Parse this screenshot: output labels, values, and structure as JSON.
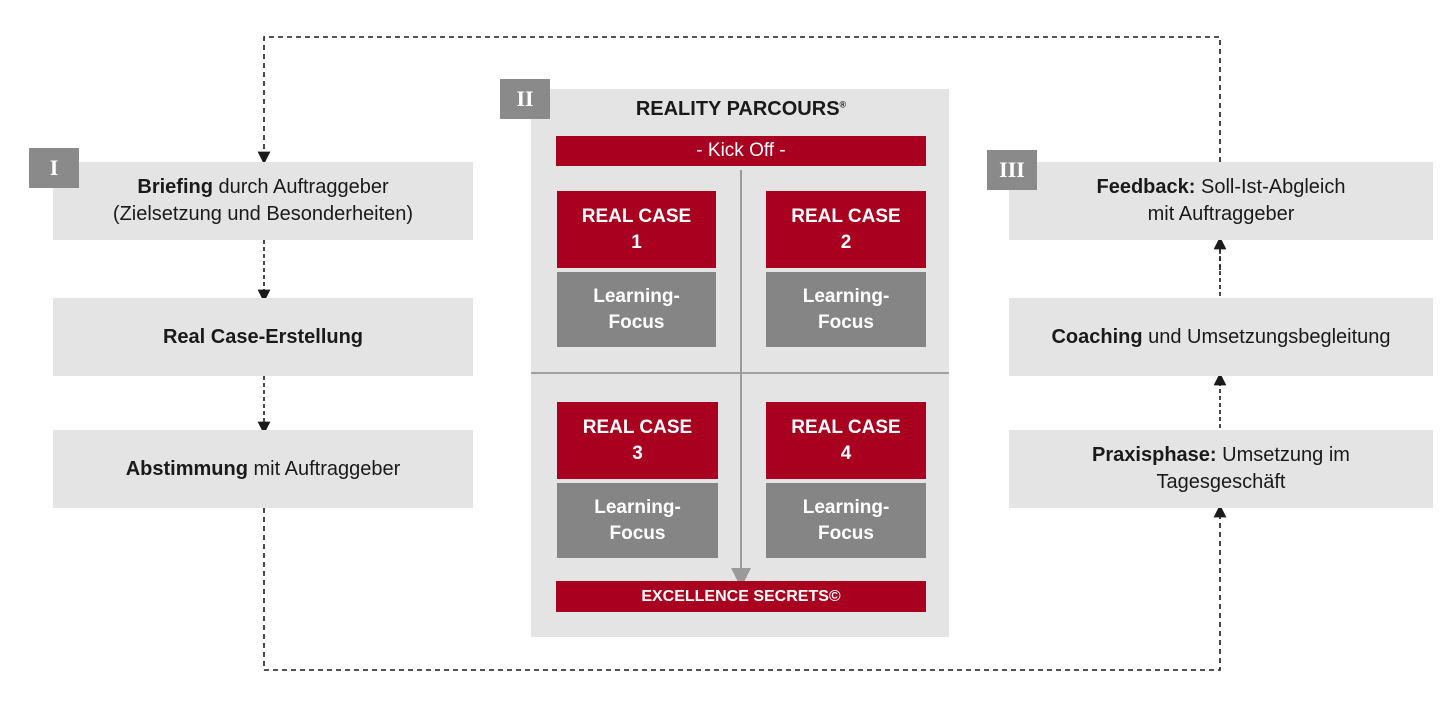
{
  "phase1": {
    "badge": "I",
    "box1": {
      "bold": "Briefing",
      "rest": " durch Auftraggeber",
      "line2": "(Zielsetzung und Besonderheiten)"
    },
    "box2": {
      "bold": "Real Case-Erstellung"
    },
    "box3": {
      "bold": "Abstimmung",
      "rest": " mit Auftraggeber"
    }
  },
  "phase2": {
    "badge": "II",
    "title": "REALITY PARCOURS",
    "title_mark": "®",
    "kickoff": "- Kick Off -",
    "cases": [
      {
        "label": "REAL CASE",
        "number": "1",
        "focus": "Learning-Focus"
      },
      {
        "label": "REAL CASE",
        "number": "2",
        "focus": "Learning-Focus"
      },
      {
        "label": "REAL CASE",
        "number": "3",
        "focus": "Learning-Focus"
      },
      {
        "label": "REAL CASE",
        "number": "4",
        "focus": "Learning-Focus"
      }
    ],
    "excellence": "EXCELLENCE SECRETS©"
  },
  "phase3": {
    "badge": "III",
    "box1": {
      "bold": "Feedback:",
      "rest": " Soll-Ist-Abgleich",
      "line2": "mit Auftraggeber"
    },
    "box2": {
      "bold": "Coaching",
      "rest": " und Umsetzungsbegleitung"
    },
    "box3": {
      "bold": "Praxisphase:",
      "rest": " Umsetzung im",
      "line2": "Tagesgeschäft"
    }
  },
  "colors": {
    "accent_red": "#a8001e",
    "box_gray": "#e4e4e4",
    "focus_gray": "#858585",
    "badge_gray": "#8a8a8a"
  }
}
